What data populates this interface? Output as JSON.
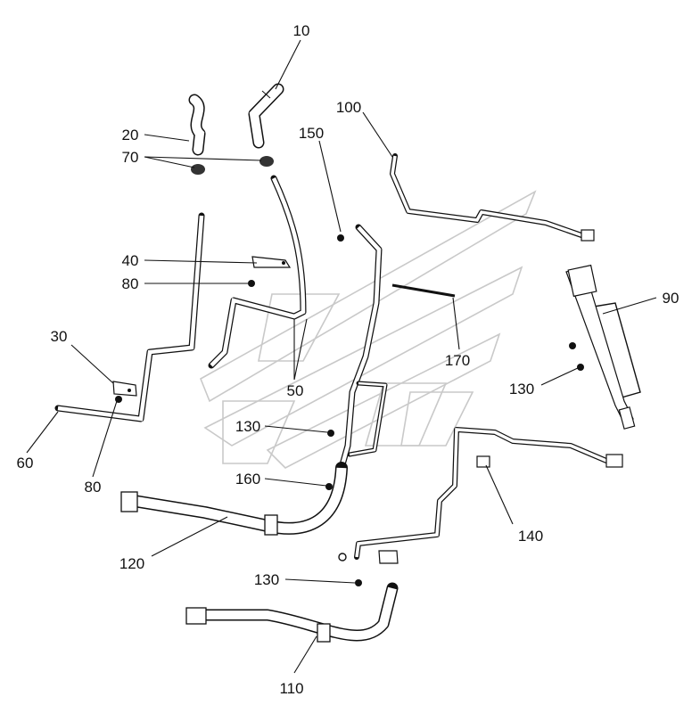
{
  "diagram": {
    "callouts": [
      {
        "id": "c10",
        "text": "10"
      },
      {
        "id": "c20",
        "text": "20"
      },
      {
        "id": "c70",
        "text": "70"
      },
      {
        "id": "c40",
        "text": "40"
      },
      {
        "id": "c80a",
        "text": "80"
      },
      {
        "id": "c30",
        "text": "30"
      },
      {
        "id": "c60",
        "text": "60"
      },
      {
        "id": "c80b",
        "text": "80"
      },
      {
        "id": "c50",
        "text": "50"
      },
      {
        "id": "c100",
        "text": "100"
      },
      {
        "id": "c150",
        "text": "150"
      },
      {
        "id": "c90",
        "text": "90"
      },
      {
        "id": "c130a",
        "text": "130"
      },
      {
        "id": "c170",
        "text": "170"
      },
      {
        "id": "c130b",
        "text": "130"
      },
      {
        "id": "c160",
        "text": "160"
      },
      {
        "id": "c140",
        "text": "140"
      },
      {
        "id": "c120",
        "text": "120"
      },
      {
        "id": "c130c",
        "text": "130"
      },
      {
        "id": "c110",
        "text": "110"
      }
    ],
    "colors": {
      "line": "#111111",
      "watermark": "#c9c9c9"
    }
  }
}
